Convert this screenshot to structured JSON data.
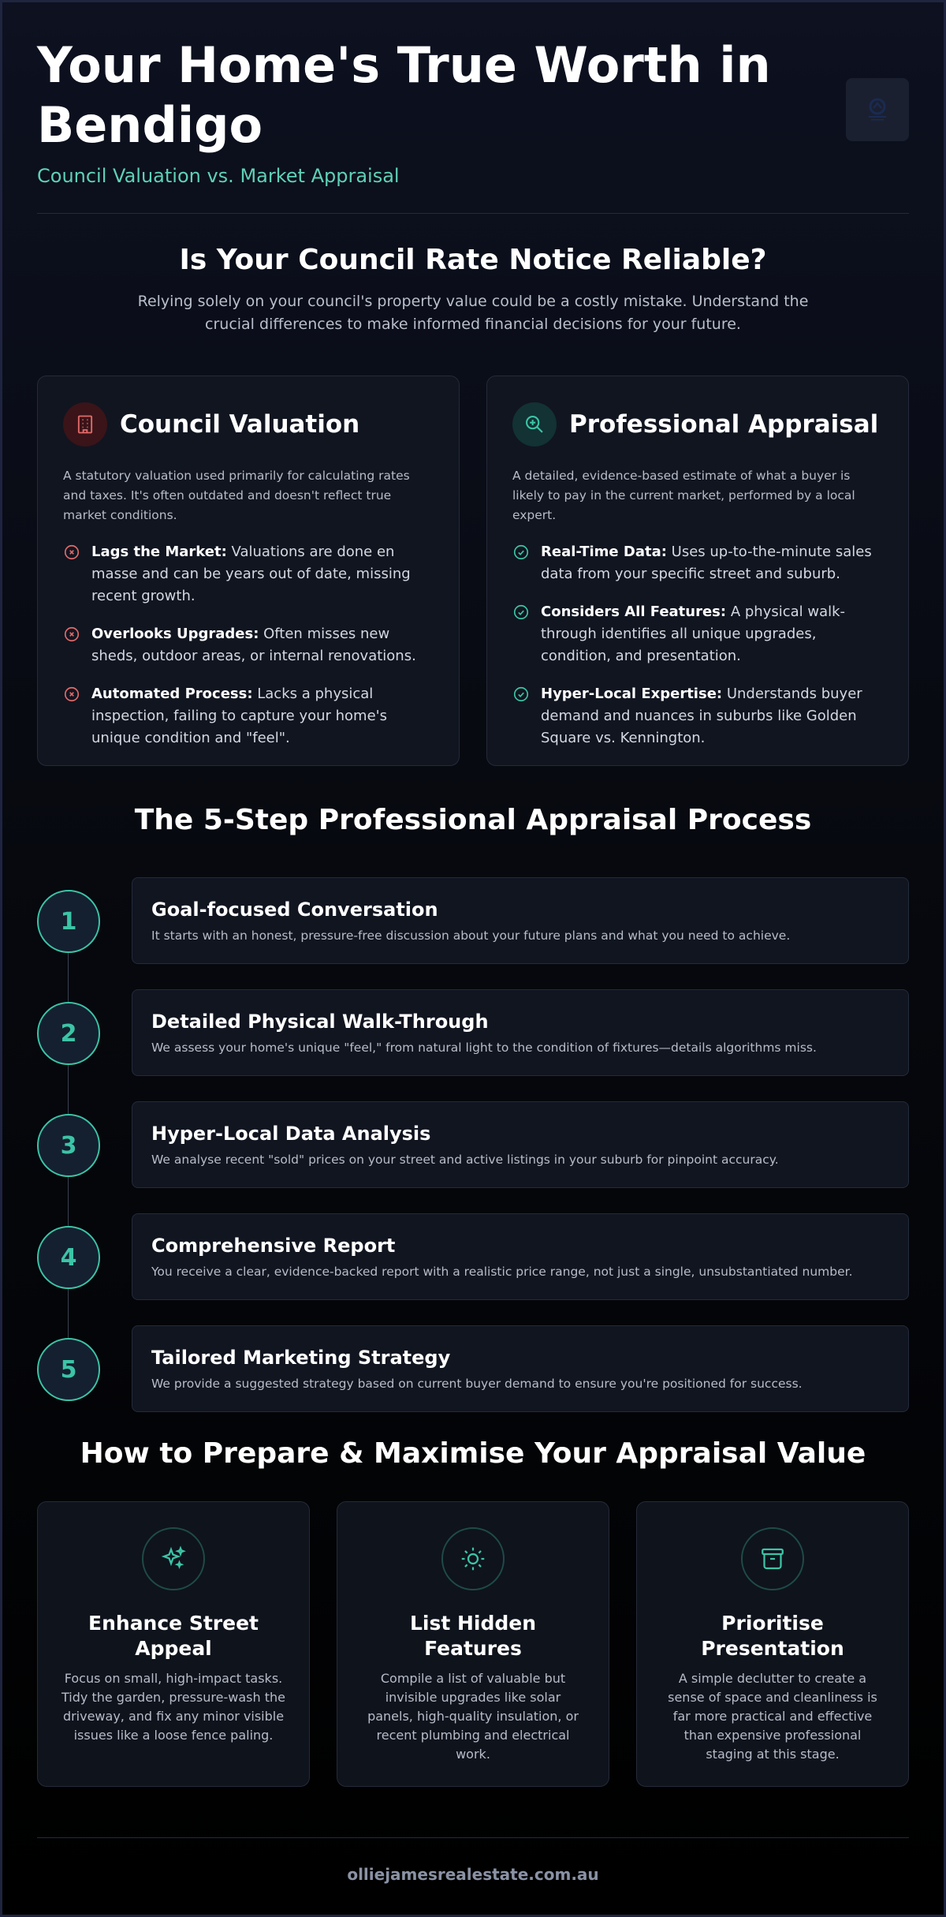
{
  "header": {
    "title": "Your Home's True Worth in Bendigo",
    "subtitle": "Council Valuation vs. Market Appraisal",
    "logo_icon": "house-logo-icon"
  },
  "reliability": {
    "heading": "Is Your Council Rate Notice Reliable?",
    "intro": "Relying solely on your council's property value could be a costly mistake. Understand the crucial differences to make informed financial decisions for your future."
  },
  "council": {
    "icon": "building-icon",
    "title": "Council Valuation",
    "description": "A statutory valuation used primarily for calculating rates and taxes. It's often outdated and doesn't reflect true market conditions.",
    "points": [
      {
        "bold": "Lags the Market:",
        "text": " Valuations are done en masse and can be years out of date, missing recent growth."
      },
      {
        "bold": "Overlooks Upgrades:",
        "text": " Often misses new sheds, outdoor areas, or internal renovations."
      },
      {
        "bold": "Automated Process:",
        "text": " Lacks a physical inspection, failing to capture your home's unique condition and \"feel\"."
      }
    ]
  },
  "appraisal": {
    "icon": "magnifier-plus-icon",
    "title": "Professional Appraisal",
    "description": "A detailed, evidence-based estimate of what a buyer is likely to pay in the current market, performed by a local expert.",
    "points": [
      {
        "bold": "Real-Time Data:",
        "text": " Uses up-to-the-minute sales data from your specific street and suburb."
      },
      {
        "bold": "Considers All Features:",
        "text": " A physical walk-through identifies all unique upgrades, condition, and presentation."
      },
      {
        "bold": "Hyper-Local Expertise:",
        "text": " Understands buyer demand and nuances in suburbs like Golden Square vs. Kennington."
      }
    ]
  },
  "process": {
    "heading": "The 5-Step Professional Appraisal Process",
    "steps": [
      {
        "number": "1",
        "title": "Goal-focused Conversation",
        "description": "It starts with an honest, pressure-free discussion about your future plans and what you need to achieve."
      },
      {
        "number": "2",
        "title": "Detailed Physical Walk-Through",
        "description": "We assess your home's unique \"feel,\" from natural light to the condition of fixtures—details algorithms miss."
      },
      {
        "number": "3",
        "title": "Hyper-Local Data Analysis",
        "description": "We analyse recent \"sold\" prices on your street and active listings in your suburb for pinpoint accuracy."
      },
      {
        "number": "4",
        "title": "Comprehensive Report",
        "description": "You receive a clear, evidence-backed report with a realistic price range, not just a single, unsubstantiated number."
      },
      {
        "number": "5",
        "title": "Tailored Marketing Strategy",
        "description": "We provide a suggested strategy based on current buyer demand to ensure you're positioned for success."
      }
    ]
  },
  "prepare": {
    "heading": "How to Prepare & Maximise Your Appraisal Value",
    "tips": [
      {
        "icon": "sparkles-icon",
        "title": "Enhance Street Appeal",
        "description": "Focus on small, high-impact tasks. Tidy the garden, pressure-wash the driveway, and fix any minor visible issues like a loose fence paling."
      },
      {
        "icon": "sun-icon",
        "title": "List Hidden Features",
        "description": "Compile a list of valuable but invisible upgrades like solar panels, high-quality insulation, or recent plumbing and electrical work."
      },
      {
        "icon": "archive-box-icon",
        "title": "Prioritise Presentation",
        "description": "A simple declutter to create a sense of space and cleanliness is far more practical and effective than expensive professional staging at this stage."
      }
    ]
  },
  "footer": {
    "website": "olliejamesrealestate.com.au"
  },
  "colors": {
    "accent": "#3cc4a6",
    "danger": "#e26a6a",
    "subtitle": "#5fd1b6"
  }
}
